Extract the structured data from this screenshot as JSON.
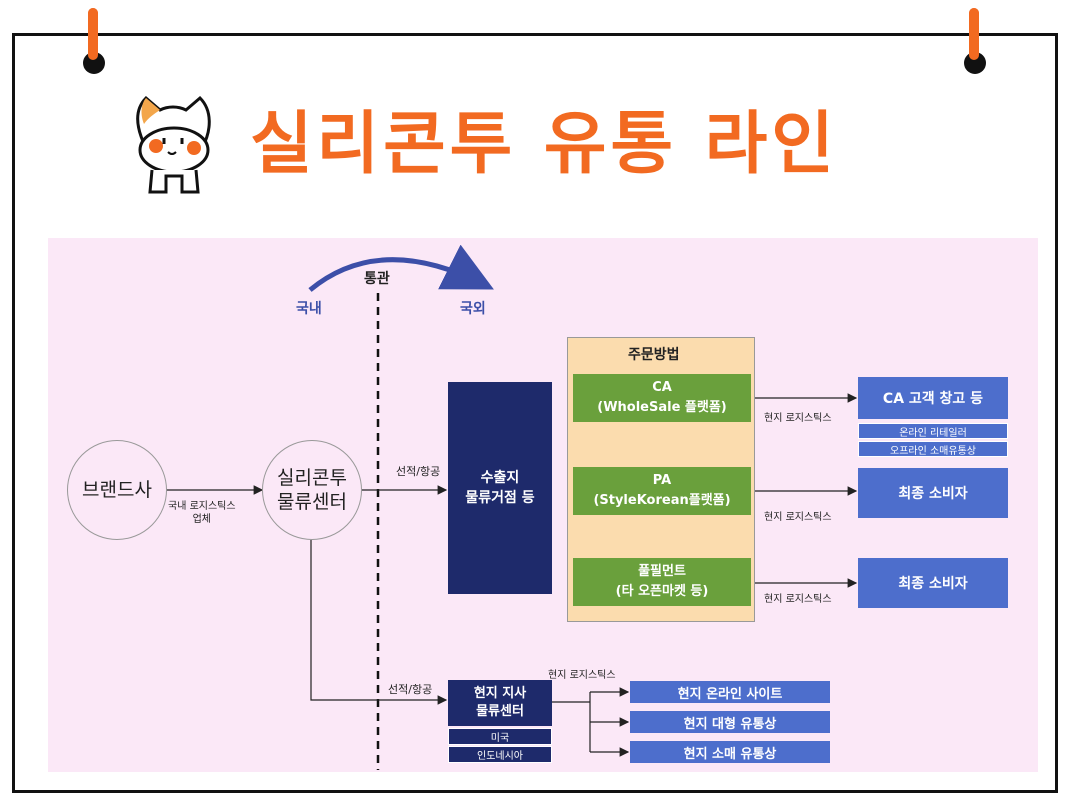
{
  "title": "실리콘투 유통 라인",
  "top_arrow": {
    "label": "통관",
    "left": "국내",
    "right": "국외"
  },
  "nodes": {
    "brand": "브랜드사",
    "silicon_center": "실리콘투\n물류센터",
    "export_hub": "수출지\n물류거점 등",
    "order_method": "주문방법",
    "ca": "CA\n(WholeSale 플랫폼)",
    "pa": "PA\n(StyleKorean플랫폼)",
    "fulfillment": "풀필먼트\n(타 오픈마켓 등)",
    "ca_dest": "CA 고객 창고 등",
    "ca_sub1": "온라인 리테일러",
    "ca_sub2": "오프라인 소매유통상",
    "pa_dest": "최종 소비자",
    "ff_dest": "최종 소비자",
    "local_branch": "현지 지사\n물류센터",
    "branch_sub1": "미국",
    "branch_sub2": "인도네시아",
    "local_online": "현지 온라인 사이트",
    "local_large": "현지 대형 유통상",
    "local_retail": "현지 소매 유통상"
  },
  "edge_labels": {
    "domestic_logistics": "국내 로지스틱스\n업체",
    "ship_air_1": "선적/항공",
    "ship_air_2": "선적/항공",
    "local_log_ca": "현지 로지스틱스",
    "local_log_pa": "현지 로지스틱스",
    "local_log_ff": "현지 로지스틱스",
    "local_log_branch": "현지 로지스틱스"
  },
  "colors": {
    "accent": "#f26a21",
    "panel": "#fbe8f7",
    "navy": "#1e2a6b",
    "green": "#6aa03c",
    "blue": "#4d6ecc",
    "order_bg": "#fbdcae"
  }
}
